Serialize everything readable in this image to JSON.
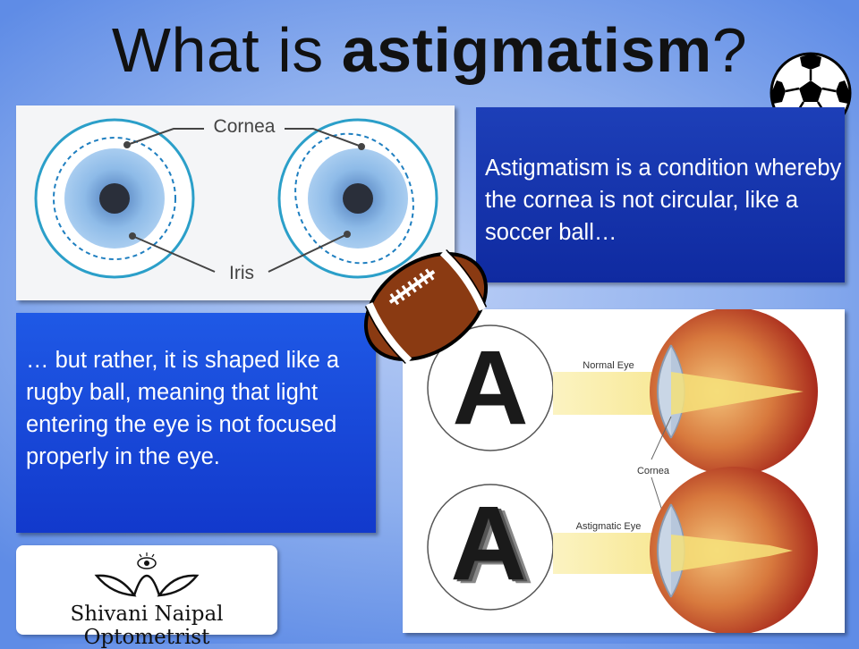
{
  "title": {
    "prefix": "What is ",
    "bold": "astigmatism",
    "suffix": "?"
  },
  "cornea_diagram": {
    "cornea_label": "Cornea",
    "iris_label": "Iris"
  },
  "description_1": "Astigmatism is a condition whereby the cornea is not circular, like a soccer ball…",
  "description_2": "… but rather, it is shaped like a rugby ball, meaning that light entering the eye is not focused properly in the eye.",
  "eye_diagram": {
    "normal_label": "Normal Eye",
    "astigmatic_label": "Astigmatic Eye",
    "cornea_label": "Cornea",
    "letter": "A"
  },
  "logo": {
    "text": "Shivani Naipal Optometrist"
  },
  "colors": {
    "background": "#8fb0ee",
    "desc1_panel": "#1d3fb8",
    "desc2_panel": "#1f59e6",
    "iris_blue": "#8ebbe8",
    "eye_red": "#c2412a",
    "light_beam": "#f6e27a"
  }
}
